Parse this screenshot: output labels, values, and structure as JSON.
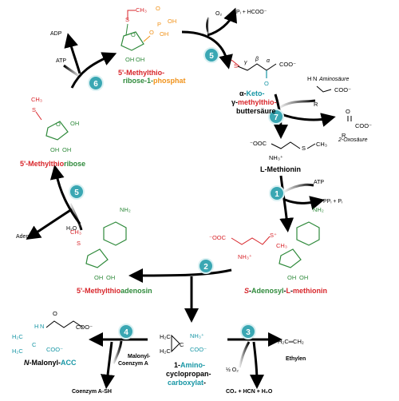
{
  "colors": {
    "red": "#d8262b",
    "green": "#2f8a3b",
    "orange": "#f1931b",
    "teal": "#1796a5",
    "black": "#000000"
  },
  "steps": [
    "1",
    "2",
    "3",
    "4",
    "5",
    "5",
    "6",
    "7"
  ],
  "mtrp": {
    "line1_red": "5'-Methylthio-",
    "line2_green": "ribose-1-",
    "line2_orange": "phosphat"
  },
  "mtr": {
    "red": "5'-Methylthio",
    "green": "ribose"
  },
  "mta": {
    "red": "5'-Methylthio",
    "green": "adenosin"
  },
  "sam": {
    "red1": "S",
    "dash1": "-",
    "green1": "Adenosyl",
    "dash2": "-",
    "red2": "L",
    "dash3": "-",
    "red3": "methionin"
  },
  "kmb": {
    "line1_black": "α-",
    "line1_teal": "Keto-",
    "line2_black": "γ-",
    "line2_red": "methylthio-",
    "line3": "buttersäure"
  },
  "met": {
    "label": "L-Methionin"
  },
  "acc": {
    "line1": "1-",
    "line1_teal": "Amino-",
    "line2": "cyclopropan-",
    "line3_teal": "carboxylat",
    "line3_suffix": "-"
  },
  "malacc": {
    "prefix": "N",
    "mid": "-Malonyl-",
    "teal": "ACC"
  },
  "side_labels": {
    "o2": "O₂",
    "pi_hcoo": "Pᵢ + HCOO⁻",
    "adp": "ADP",
    "atp_6": "ATP",
    "aminosaeure": "Aminosäure",
    "oxosaeure": "2-Oxosäure",
    "atp_1": "ATP",
    "ppi_pi": "PPᵢ + Pᵢ",
    "adenin": "Adenin",
    "h2o": "H₂O",
    "malonyl_coa": [
      "Malonyl-",
      "Coenzym A"
    ],
    "coa_sh": "Coenzym A-SH",
    "half_o2": "½ O₂",
    "co2_hcn": "CO₂ + HCN + H₂O",
    "ethylen": "Ethylen"
  },
  "chem_text": {
    "s_ch3": "S",
    "ch3": "CH₃",
    "oh": "OH",
    "o": "O",
    "p": "P",
    "coo": "COO⁻",
    "nh2": "NH₂",
    "nh3": "NH₃⁺",
    "ooc": "⁻OOC",
    "h": "H",
    "n": "N",
    "r": "R",
    "ethylen_formula": "H₂C═CH₂",
    "h2c": "H₂C",
    "c": "C",
    "beta": "β",
    "alpha": "α",
    "gamma": "γ",
    "prime5": "5'",
    "one": "1",
    "i": "i",
    "splus": "S⁺",
    "nh3plus": "NH₃⁺"
  }
}
